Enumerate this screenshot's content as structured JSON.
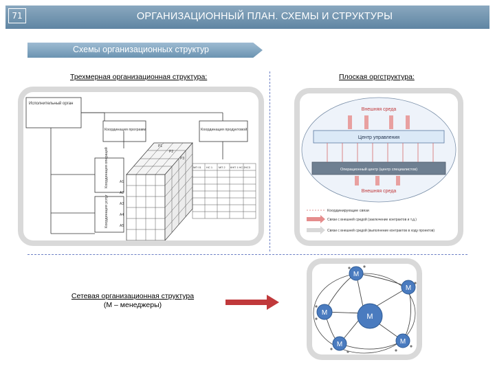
{
  "header": {
    "slide_number": "71",
    "title": "ОРГАНИЗАЦИОННЫЙ ПЛАН. СХЕМЫ И СТРУКТУРЫ"
  },
  "subtitle": "Схемы организационных структур",
  "sections": {
    "three_d": {
      "label": "Трехмерная организационная структура:",
      "diagram": {
        "box_executive": "Исполнительный орган",
        "box_coord_programs": "Координация программ",
        "box_coord_products": "Координация продуктовой",
        "side_box_1": "Координация операций",
        "side_box_2": "Координация услуг",
        "top_labels": [
          "P1",
          "P2",
          "P3"
        ],
        "side_labels": [
          "A1",
          "A2",
          "A3",
          "A4",
          "A5"
        ],
        "header_cells": [
          "МП 01",
          "НС 1",
          "МП 2",
          "КНП 1 НС 2",
          "НС3"
        ]
      }
    },
    "flat": {
      "label": "Плоская оргструктура:",
      "diagram": {
        "external_top": "Внешняя среда",
        "center": "Центр управления",
        "operations": "Операционный центр (центр специалистов)",
        "external_bottom": "Внешняя среда",
        "legend": [
          "Координирующие связи",
          "Связи с внешней средой (заключение контрактов и т.д.)",
          "Связи с внешней средой (выполнение контрактов в ходу проектов)"
        ]
      }
    },
    "network": {
      "label_line1": "Сетевая организационная структура",
      "label_line2": "(М – менеджеры)",
      "node_label": "М"
    }
  },
  "colors": {
    "header": "#6f93b1",
    "divider": "#6a7ec4",
    "arrow": "#c0393b",
    "node": "#4a7bbf",
    "flat_center_box": "#dbe9f7",
    "flat_operations_box": "#6e7f91"
  }
}
